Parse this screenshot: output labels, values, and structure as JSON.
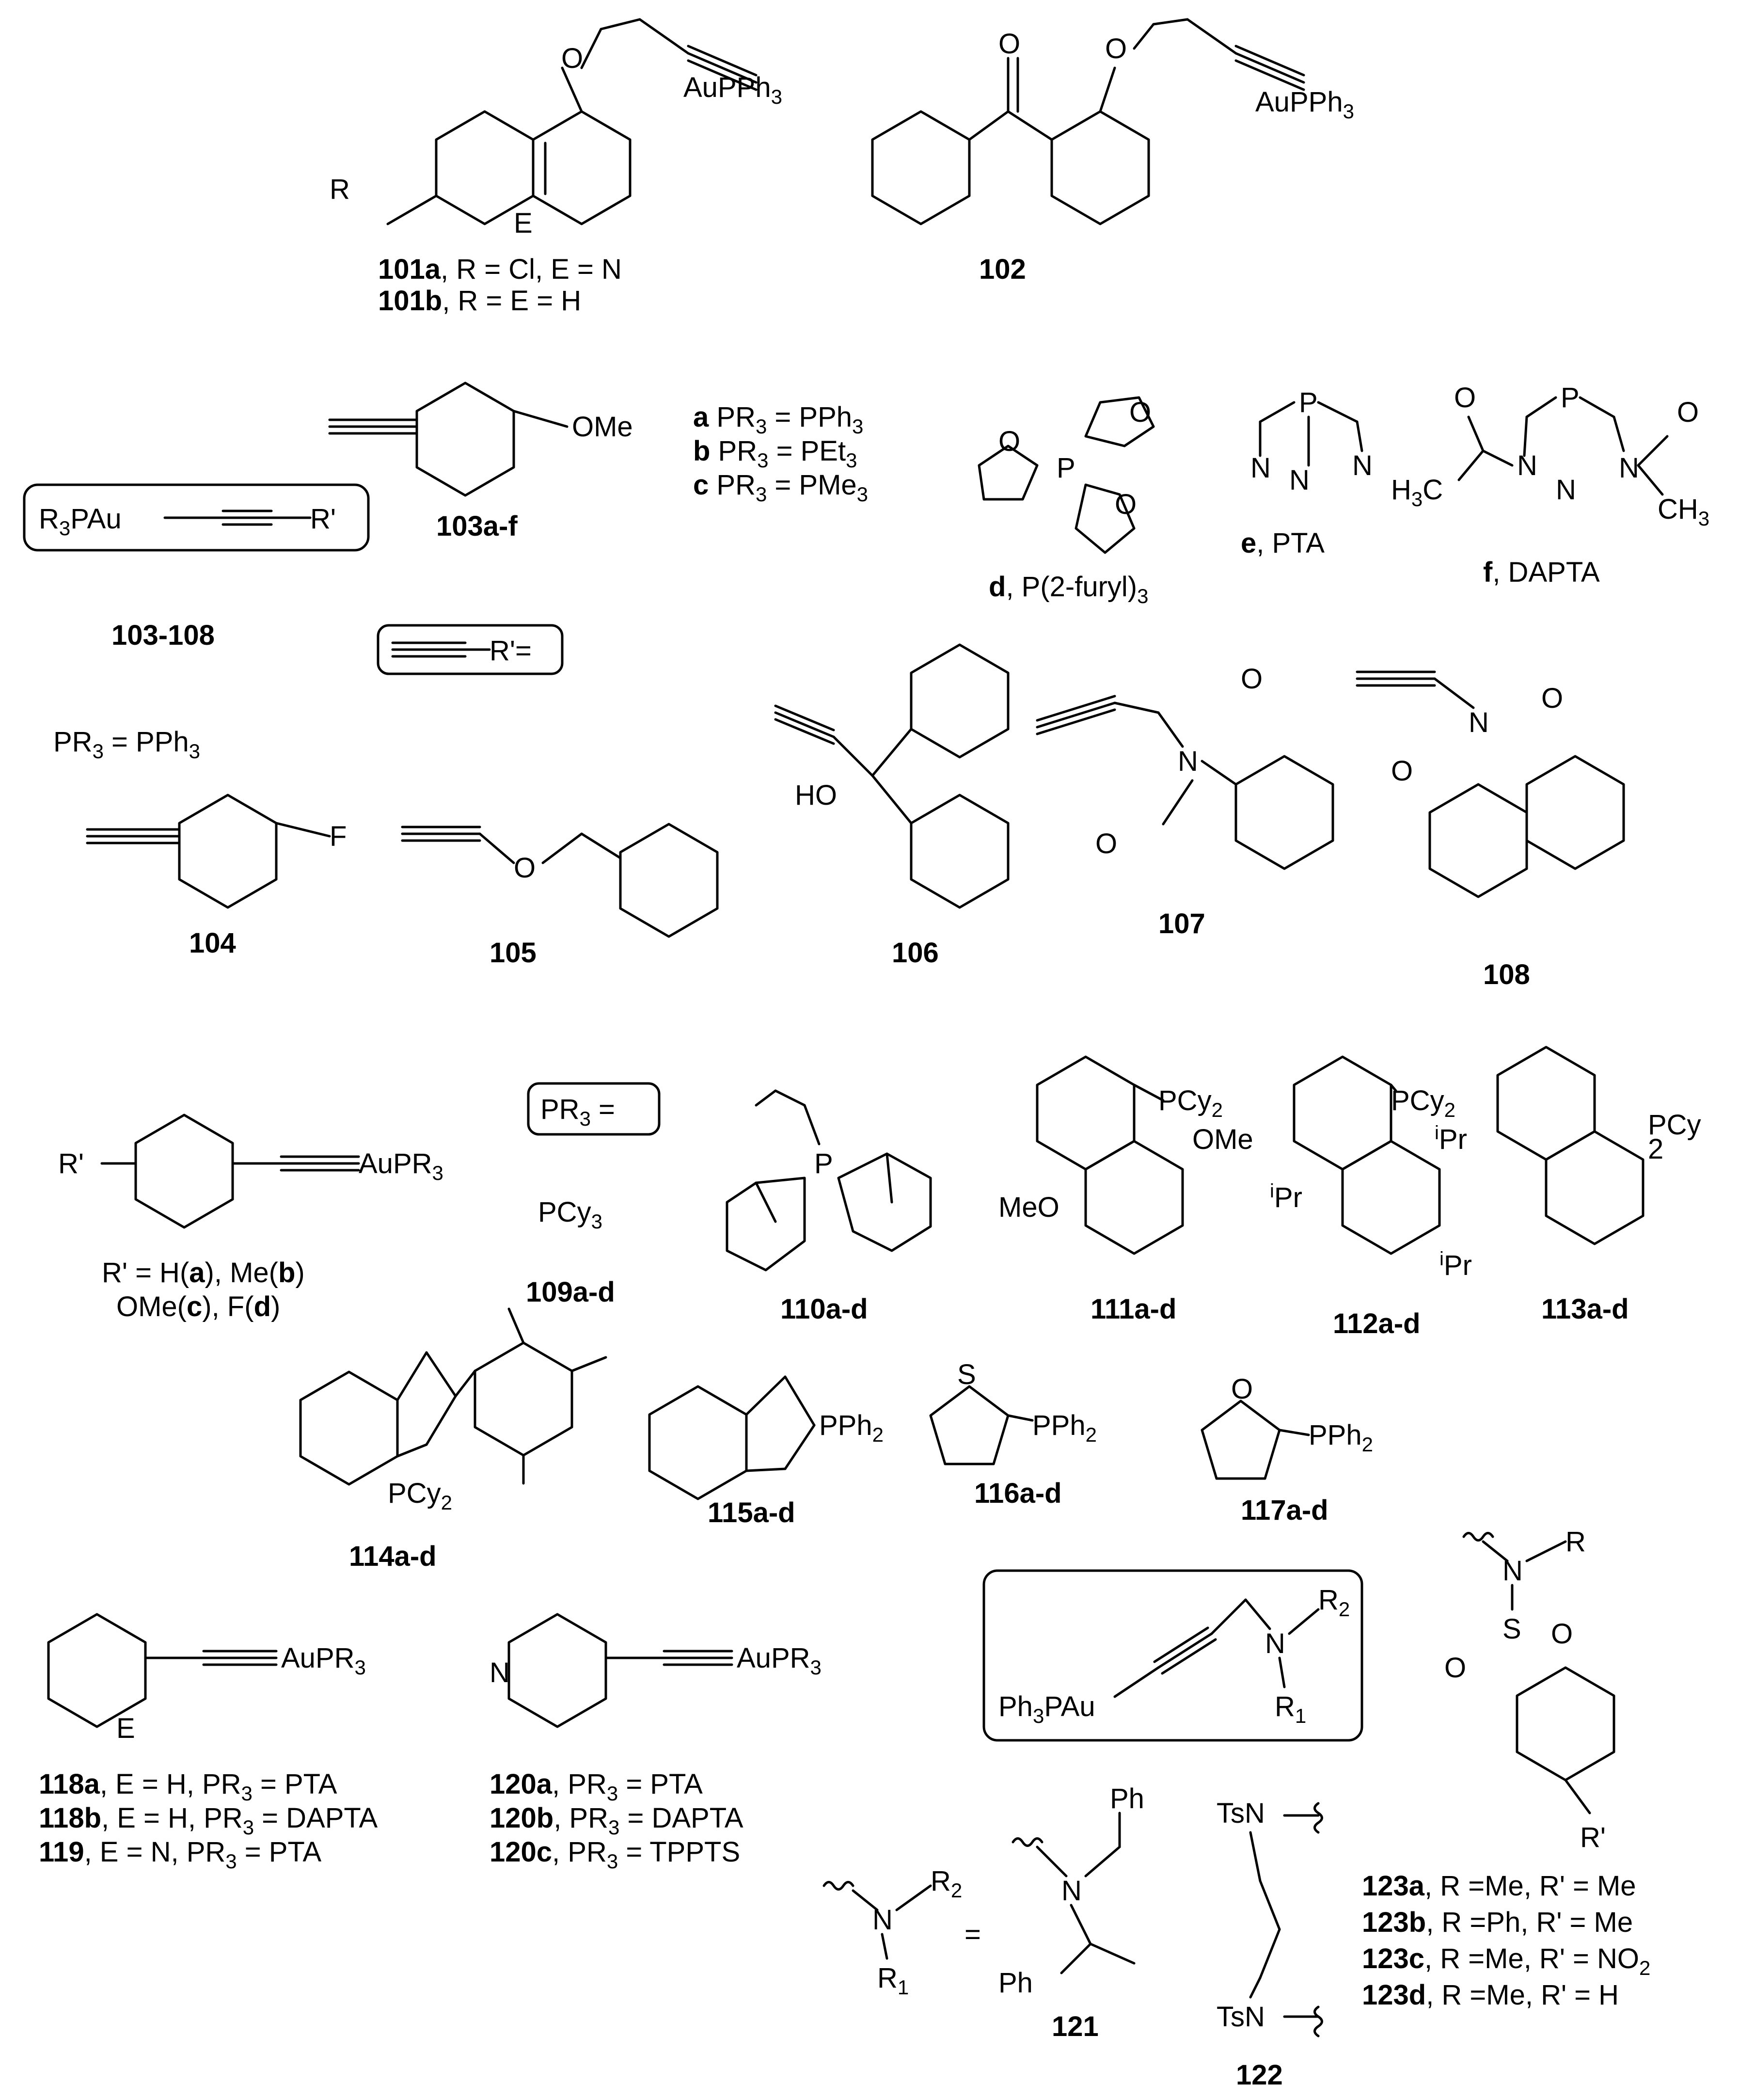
{
  "atoms": {
    "O": "O",
    "N": "N",
    "S": "S",
    "P": "P",
    "F": "F",
    "E": "E",
    "R": "R",
    "Rp": "R'",
    "Ph": "Ph",
    "OMe": "OMe",
    "MeO": "MeO",
    "HO": "HO",
    "AuPPh": "AuPPh",
    "AuPR": "AuPR",
    "PPh": "PPh",
    "PCy": "PCy",
    "PCy3": "PCy",
    "H3C": "H",
    "CH3": "CH",
    "iPr": "Pr",
    "i": "i",
    "TsN": "TsN",
    "Ph3PAu": "Ph",
    "R3PAu": "R",
    "R1": "R",
    "R2": "R",
    "sub1": "1",
    "sub2": "2",
    "sub3": "3",
    "PAu": "PAu",
    "PAu2": "PAu",
    "Rpeq": "R'=",
    "PR3eq": "PR",
    "eq": " ="
  },
  "captions": {
    "c101a_b": "101a",
    "c101a_t": ", R = Cl, E = N",
    "c101b_b": "101b",
    "c101b_t": ", R = E = H",
    "c102": "102",
    "c103af": "103a-f",
    "c103108": "103-108",
    "la_b": "a",
    "la_t": " PR",
    "la_t2": " = PPh",
    "lb_b": "b",
    "lb_t": " PR",
    "lb_t2": " = PEt",
    "lc_b": "c",
    "lc_t": " PR",
    "lc_t2": " = PMe",
    "ld_b": "d",
    "ld_t": ", P(2-furyl)",
    "le_b": "e",
    "le_t": ", PTA",
    "lf_b": "f",
    "lf_t": ", DAPTA",
    "pr3pph3": "PR",
    "pr3pph3b": " = PPh",
    "c104": "104",
    "c105": "105",
    "c106": "106",
    "c107": "107",
    "c108": "108",
    "c109": "109a-d",
    "c110": "110a-d",
    "c111": "111a-d",
    "c112": "112a-d",
    "c113": "113a-d",
    "c114": "114a-d",
    "c115": "115a-d",
    "c116": "116a-d",
    "c117": "117a-d",
    "rp1": "R' = H(",
    "rp1a": "a",
    "rp1b": "), Me(",
    "rp1c": "b",
    "rp1d": ")",
    "rp2": "OMe(",
    "rp2a": "c",
    "rp2b": "), F(",
    "rp2c": "d",
    "rp2d": ")",
    "c118a_b": "118a",
    "c118a_t": ", E = H, PR",
    "c118a_t2": " = PTA",
    "c118b_b": "118b",
    "c118b_t": ", E = H, PR",
    "c118b_t2": " = DAPTA",
    "c119_b": "119",
    "c119_t": ", E = N, PR",
    "c119_t2": " = PTA",
    "c120a_b": "120a",
    "c120a_t": ", PR",
    "c120a_t2": " = PTA",
    "c120b_b": "120b",
    "c120b_t": ", PR",
    "c120b_t2": " = DAPTA",
    "c120c_b": "120c",
    "c120c_t": ", PR",
    "c120c_t2": " = TPPTS",
    "c121": "121",
    "c122": "122",
    "c123a_b": "123a",
    "c123a_t": ", R =Me, R' = Me",
    "c123b_b": "123b",
    "c123b_t": ", R =Ph, R' = Me",
    "c123c_b": "123c",
    "c123c_t": ", R =Me, R' = NO",
    "c123d_b": "123d",
    "c123d_t": ", R =Me, R' = H",
    "eqsign": "="
  }
}
